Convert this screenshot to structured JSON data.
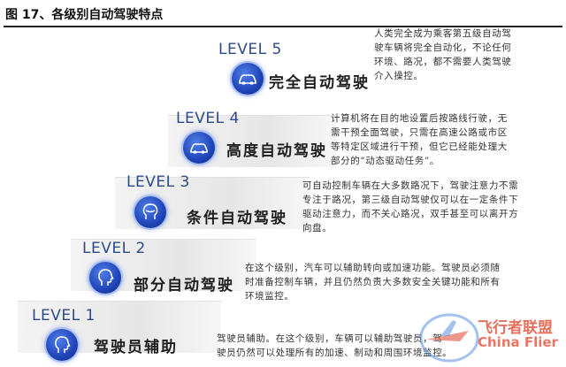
{
  "title": "图 17、各级别自动驾驶特点",
  "levels": [
    {
      "tag": "LEVEL 5",
      "name": "完全自动驾驶",
      "icon": "car-icon",
      "desc_lines": [
        "人类完全成为乘客第五级自动驾",
        "驶车辆将完全自动化，不论任何",
        "环境、路况，都不需要人类驾驶",
        "介入操控。"
      ]
    },
    {
      "tag": "LEVEL 4",
      "name": "高度自动驾驶",
      "icon": "car-icon",
      "desc_lines": [
        "计算机将在目的地设置后按路线行驶，无",
        "需干预全面驾驶，只需在高速公路或市区",
        "等特定区域进行干预，但它已经能处理大",
        "部分的“动态驱动任务”。"
      ]
    },
    {
      "tag": "LEVEL 3",
      "name": "条件自动驾驶",
      "icon": "head-visor-icon",
      "desc_lines": [
        "可自动控制车辆在大多数路况下，驾驶注意力不需",
        "专注于路况，第三级自动驾驶仅可以在一定条件下",
        "驱动注意力，而不关心路况，双手甚至可以离开方",
        "向盘。"
      ]
    },
    {
      "tag": "LEVEL 2",
      "name": "部分自动驾驶",
      "icon": "head-icon",
      "desc_lines": [
        "在这个级别，汽车可以辅助转向或加速功能。驾驶员必须随",
        "时准备控制车辆，并且仍然负责大多数安全关键功能和所有",
        "环境监控。"
      ]
    },
    {
      "tag": "LEVEL 1",
      "name": "驾驶员辅助",
      "icon": "head-icon",
      "desc_lines": [
        "驾驶员辅助。在这个级别，车辆可以辅助驾驶员，驾",
        "驶员仍然可以处理所有的加速、制动和周围环境监控。"
      ]
    }
  ],
  "watermark": {
    "line1": "飞行者联盟",
    "line2": "China Flier"
  }
}
